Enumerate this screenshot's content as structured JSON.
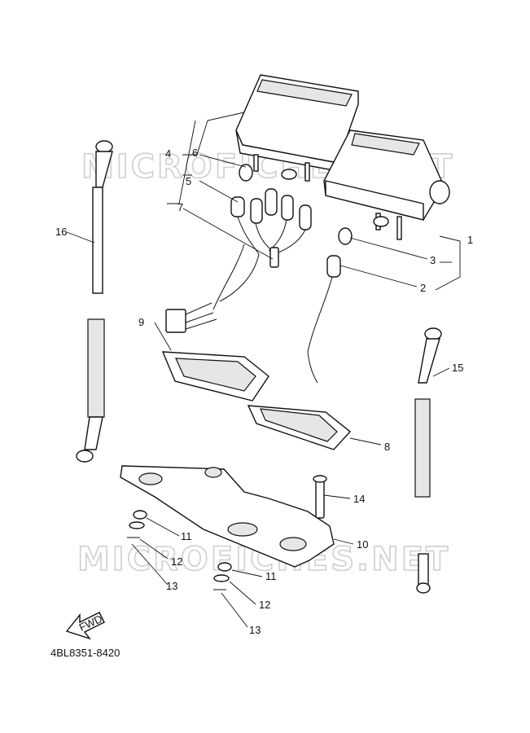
{
  "watermark": "MICROFICHES.NET",
  "diagram_code": "4BL8351-8420",
  "fwd_label": "FWD",
  "callouts": [
    "1",
    "2",
    "3",
    "4",
    "5",
    "6",
    "7",
    "8",
    "9",
    "10",
    "11",
    "12",
    "13",
    "14",
    "15",
    "16"
  ],
  "callouts_repeat": [
    "11",
    "12",
    "13"
  ]
}
